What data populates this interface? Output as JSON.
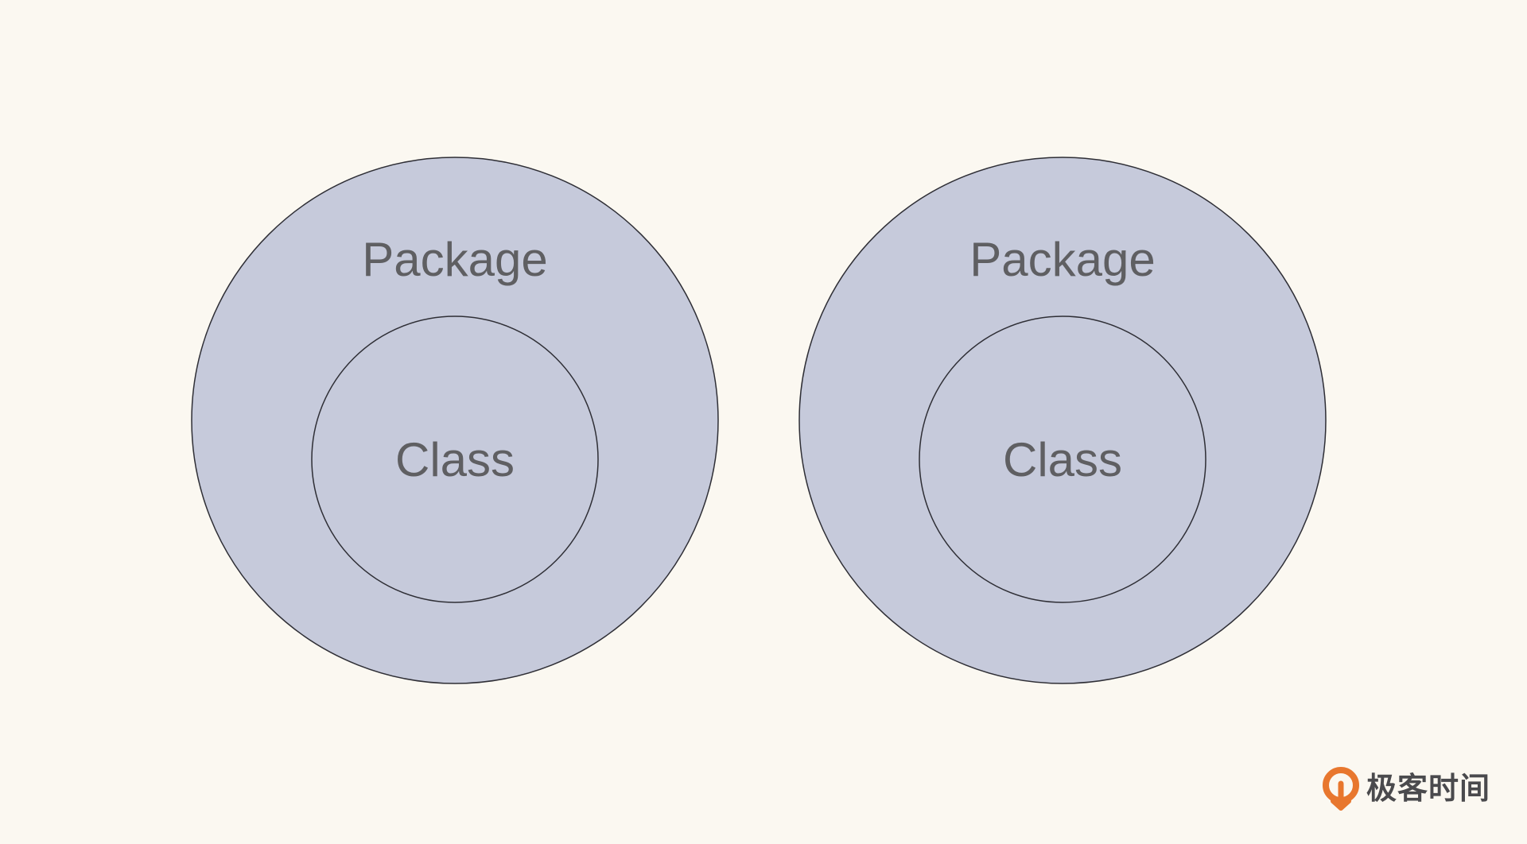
{
  "colors": {
    "background": "#fbf8f1",
    "circle_fill": "#c6cadb",
    "circle_stroke": "#2e2e35",
    "label_text": "#5f5f62",
    "brand_orange": "#e8772e",
    "brand_text": "#4a4a4d"
  },
  "diagram": {
    "groups": [
      {
        "outer_label": "Package",
        "inner_label": "Class"
      },
      {
        "outer_label": "Package",
        "inner_label": "Class"
      }
    ]
  },
  "brand": {
    "name": "极客时间",
    "icon": "geektime-logo-icon"
  }
}
